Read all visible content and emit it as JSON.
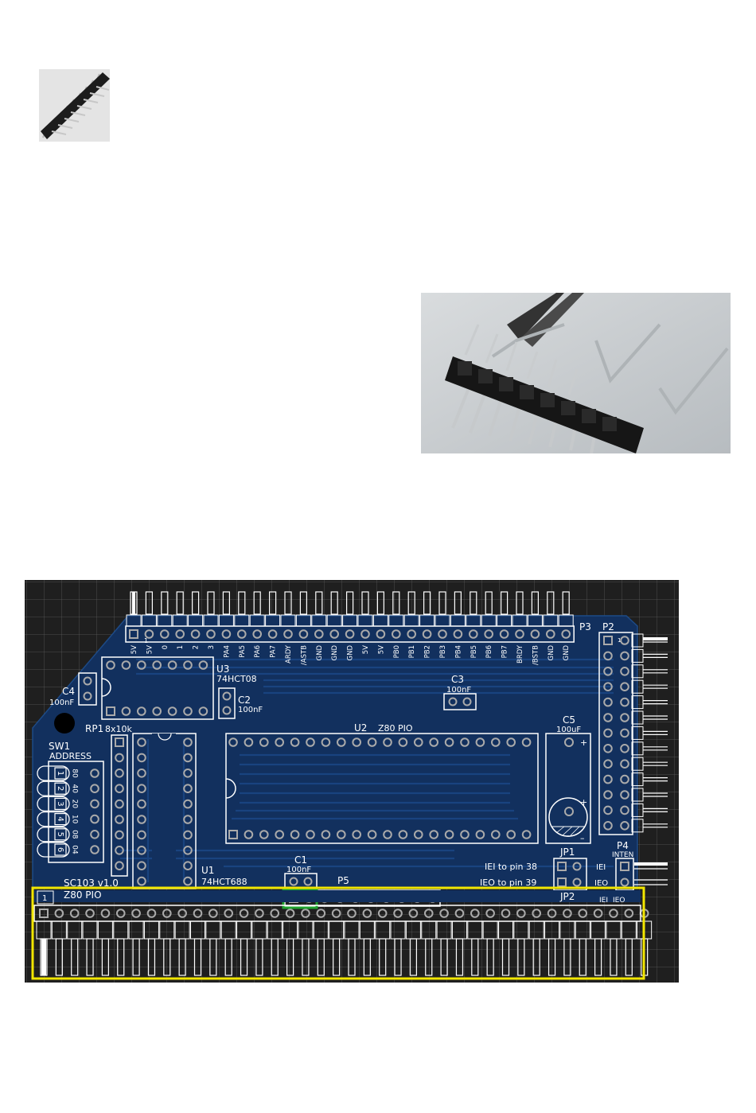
{
  "pcb": {
    "header_p3": {
      "designator": "P3",
      "pin1_mark": "1",
      "pin_labels": [
        "5V",
        "5V",
        "0",
        "1",
        "2",
        "3",
        "PA4",
        "PA5",
        "PA6",
        "PA7",
        "ARDY",
        "/ASTB",
        "GND",
        "GND",
        "GND",
        "5V",
        "5V",
        "PB0",
        "PB1",
        "PB2",
        "PB3",
        "PB4",
        "PB5",
        "PB6",
        "PB7",
        "BRDY",
        "/BSTB",
        "GND",
        "GND"
      ]
    },
    "header_p2": {
      "designator": "P2",
      "pin1_mark": "1"
    },
    "components": {
      "c4": {
        "ref": "C4",
        "value": "100nF"
      },
      "u3": {
        "ref": "U3",
        "value": "74HCT08"
      },
      "c2": {
        "ref": "C2",
        "value": "100nF"
      },
      "c3": {
        "ref": "C3",
        "value": "100nF"
      },
      "c5": {
        "ref": "C5",
        "value": "100uF"
      },
      "rp1": {
        "ref": "RP1",
        "value": "8x10k"
      },
      "u2": {
        "ref": "U2",
        "value": "Z80 PIO"
      },
      "sw1": {
        "ref": "SW1",
        "value": "ADDRESS",
        "switch_numbers": [
          "1",
          "2",
          "3",
          "4",
          "5",
          "6"
        ],
        "address_values": [
          "80",
          "40",
          "20",
          "10",
          "08",
          "04"
        ]
      },
      "u1": {
        "ref": "U1",
        "value": "74HCT688"
      },
      "c1": {
        "ref": "C1",
        "value": "100nF"
      },
      "p5": {
        "ref": "P5"
      },
      "jp1": {
        "ref": "JP1"
      },
      "jp2": {
        "ref": "JP2"
      },
      "p4": {
        "ref": "P4",
        "value": "INTEN"
      }
    },
    "notes": {
      "iei_to_pin": "IEI to pin 38",
      "ieo_to_pin": "IEO to pin 39",
      "iei": "IEI",
      "ieo": "IEO",
      "jp2_iei": "IEI",
      "jp2_ieo": "IEO"
    },
    "board_name": "SC103 v1.0",
    "board_label": "Z80 PIO",
    "bus_pin1": "1",
    "colors": {
      "board": "#12305e",
      "highlight_yellow": "#f2e600",
      "highlight_green": "#1fa22e",
      "silkscreen": "#ffffff"
    }
  }
}
